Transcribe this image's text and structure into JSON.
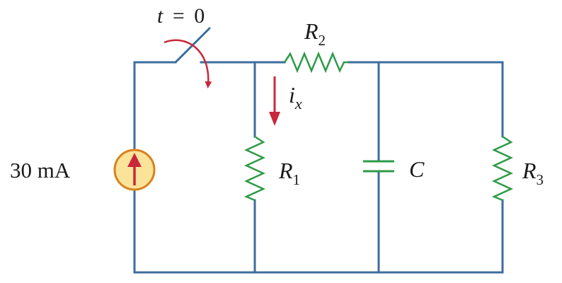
{
  "colors": {
    "wire": "#3c6e9c",
    "resistor": "#2e9a48",
    "capacitor": "#2e9a48",
    "arrow": "#c8283a",
    "source_fill": "#fbe39a",
    "source_stroke": "#d8821e",
    "text": "#1a1a1a"
  },
  "switch": {
    "label_var": "t",
    "label_eq": "=",
    "label_val": "0"
  },
  "source": {
    "value": "30 mA",
    "icon": "upward-arrow-icon"
  },
  "components": {
    "r1": {
      "letter": "R",
      "sub": "1"
    },
    "r2": {
      "letter": "R",
      "sub": "2"
    },
    "r3": {
      "letter": "R",
      "sub": "3"
    },
    "c": {
      "letter": "C"
    }
  },
  "current": {
    "var": "i",
    "sub": "x"
  }
}
